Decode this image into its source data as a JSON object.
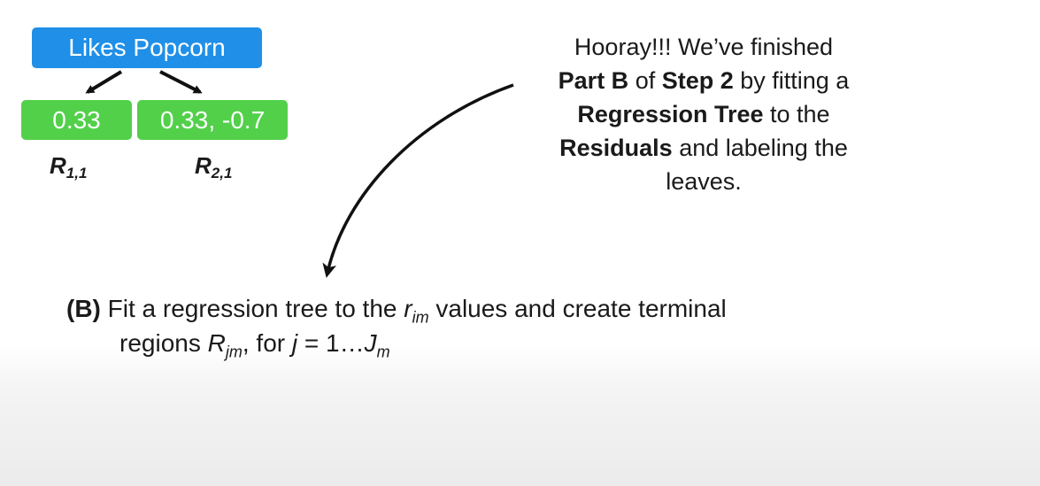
{
  "tree": {
    "root_label": "Likes Popcorn",
    "left_leaf": "0.33",
    "right_leaf": "0.33, -0.7",
    "left_region": {
      "symbol": "R",
      "subscript": "1,1"
    },
    "right_region": {
      "symbol": "R",
      "subscript": "2,1"
    }
  },
  "caption": {
    "line1": "Hooray!!! We’ve finished",
    "part_b": "Part B",
    "of": " of ",
    "step_2": "Step 2",
    "by_fitting": " by fitting a",
    "regression_tree": "Regression Tree",
    "to_the": " to the",
    "residuals": "Residuals",
    "labeling": " and labeling the",
    "leaves": "leaves."
  },
  "step_b": {
    "label": "(B)",
    "text1": " Fit a regression tree to the ",
    "r_var": "r",
    "r_sub": "im",
    "text2": " values and create terminal",
    "text3": "regions ",
    "R_var": "R",
    "R_sub": "jm",
    "text4": ", for ",
    "j_var": "j",
    "text5": " = 1…",
    "J_var": "J",
    "J_sub": "m"
  },
  "colors": {
    "root_node": "#1f8fe8",
    "leaf_node": "#52d04a",
    "text": "#1a1a1a"
  }
}
